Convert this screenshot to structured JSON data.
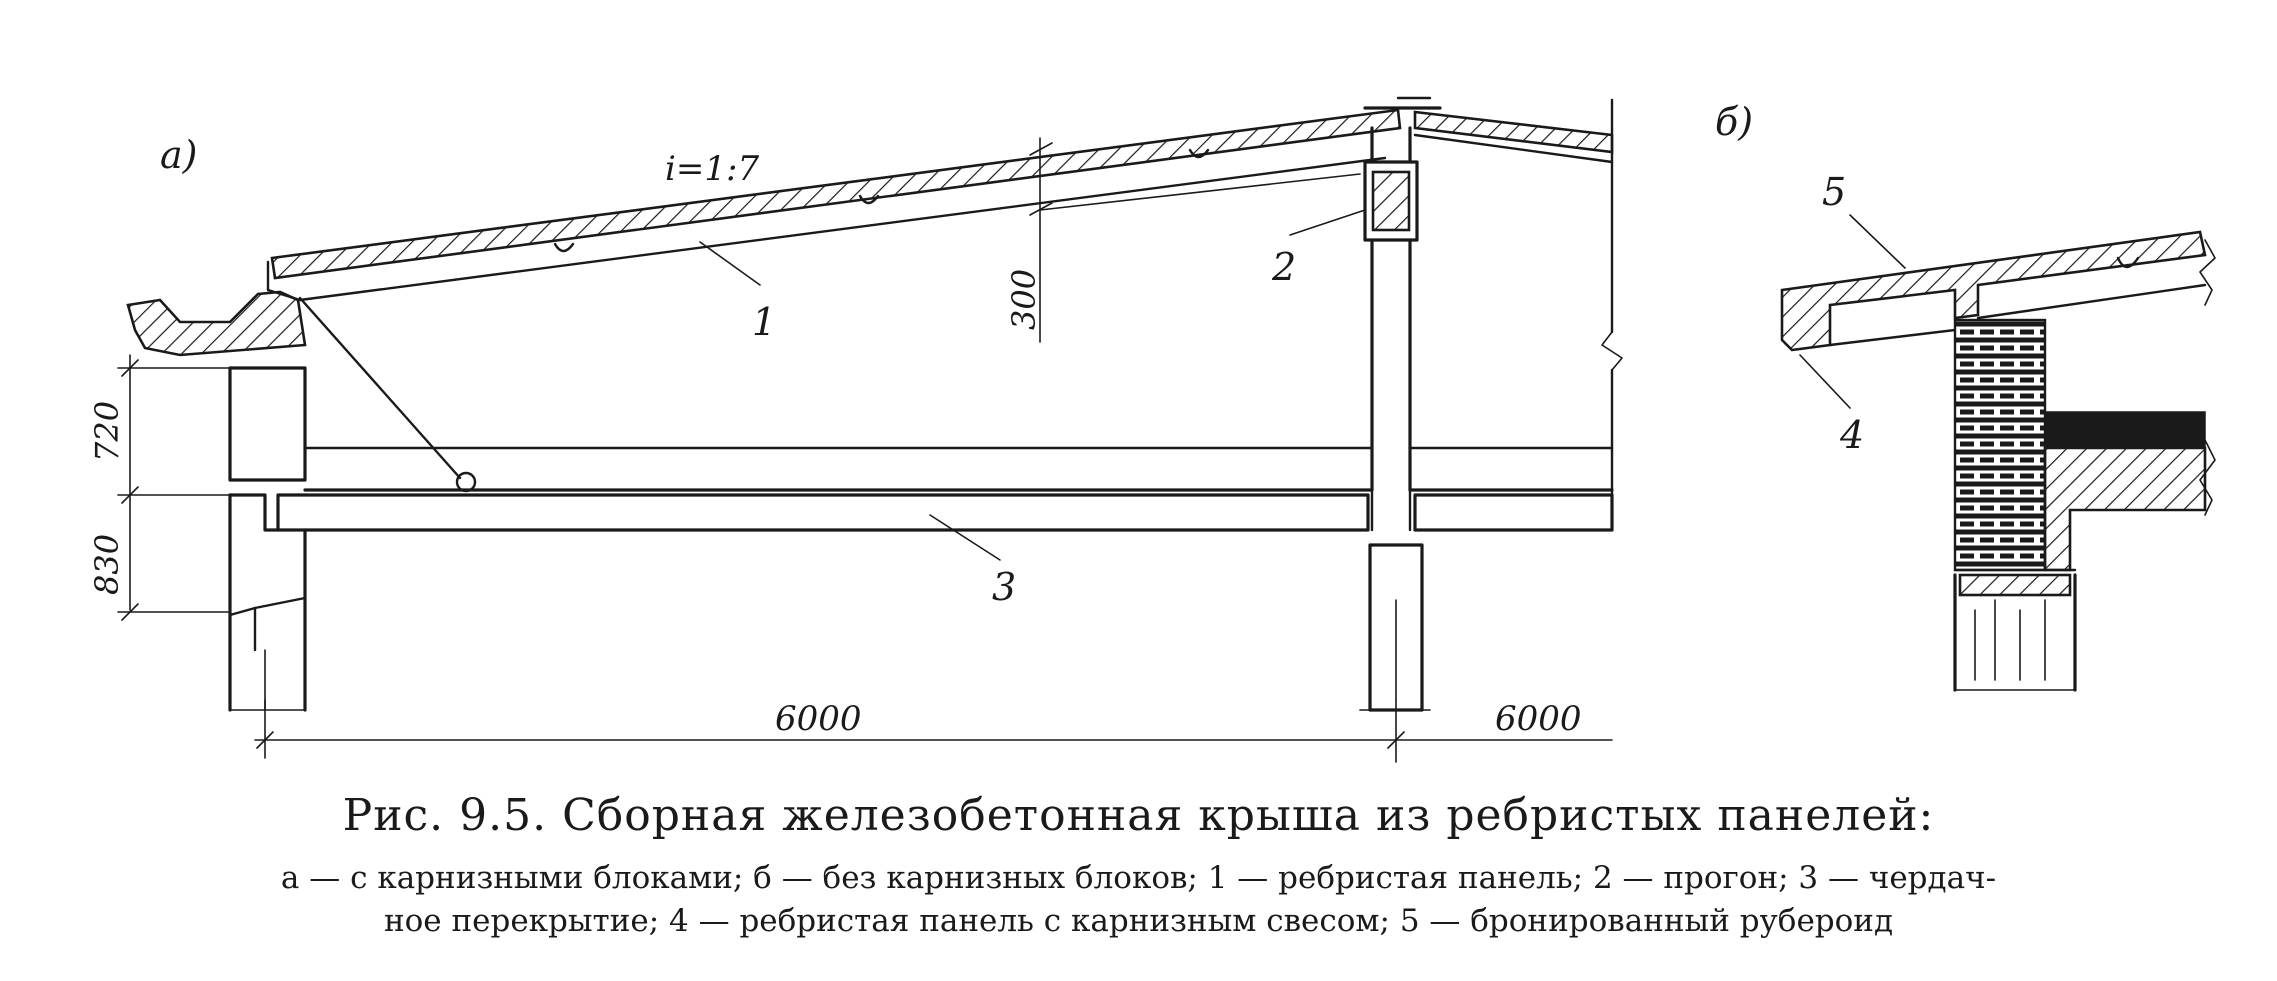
{
  "figure": {
    "panel_a": "а)",
    "panel_b": "б)",
    "slope": "i=1:7",
    "labels": {
      "l1": "1",
      "l2": "2",
      "l3": "3",
      "l4": "4",
      "l5": "5"
    },
    "dimensions": {
      "d300": "300",
      "d720": "720",
      "d830": "830",
      "d6000_a": "6000",
      "d6000_b": "6000"
    }
  },
  "caption": {
    "title": "Рис. 9.5. Сборная железобетонная крыша из ребристых панелей:",
    "line1": "а — с карнизными блоками; б — без карнизных блоков; 1 — ребристая панель; 2 — прогон; 3 — чердач-",
    "line2": "ное перекрытие; 4 — ребристая панель с карнизным свесом; 5 — бронированный рубероид"
  }
}
